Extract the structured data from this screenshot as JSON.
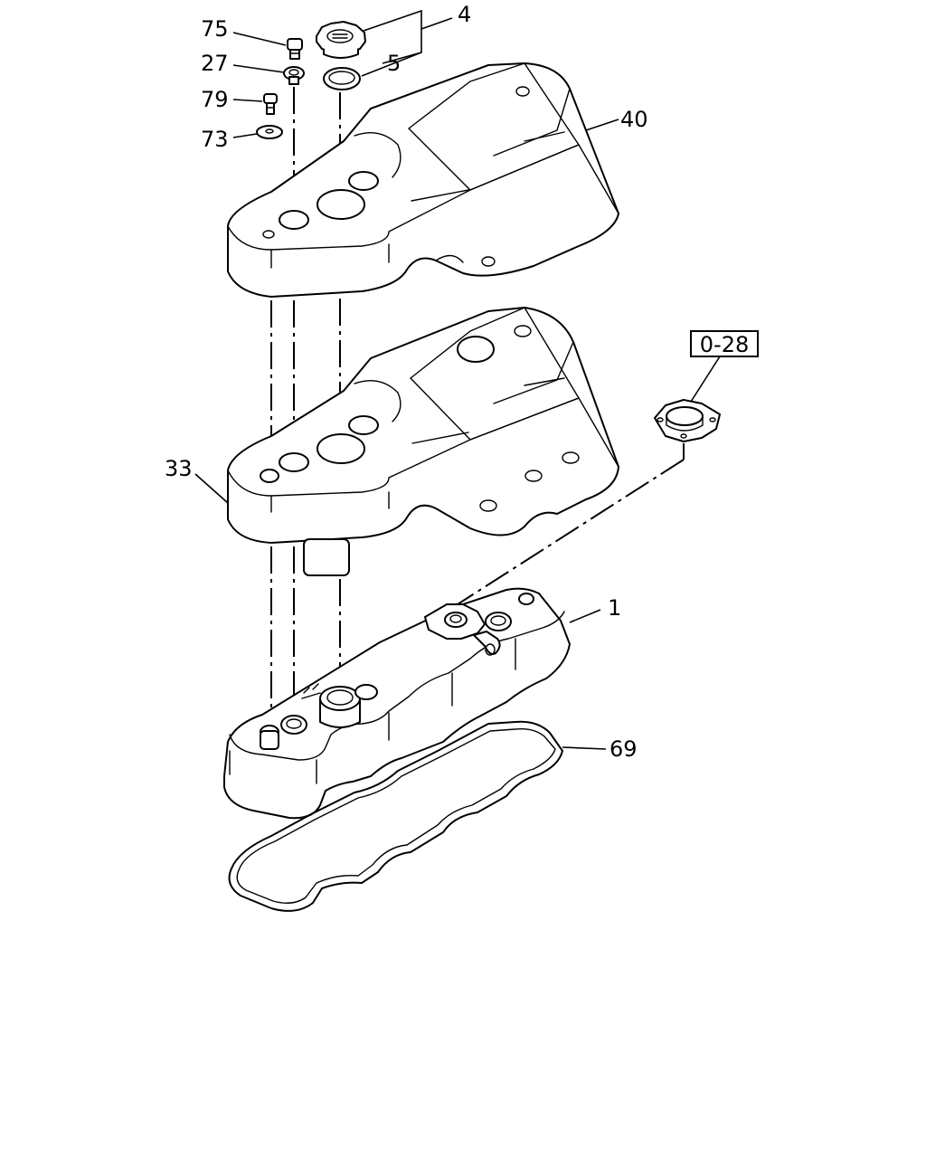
{
  "callouts": [
    {
      "id": "c75",
      "label": "75"
    },
    {
      "id": "c27",
      "label": "27"
    },
    {
      "id": "c79",
      "label": "79"
    },
    {
      "id": "c73",
      "label": "73"
    },
    {
      "id": "c4",
      "label": "4"
    },
    {
      "id": "c5",
      "label": "5"
    },
    {
      "id": "c40",
      "label": "40"
    },
    {
      "id": "c33",
      "label": "33"
    },
    {
      "id": "c1",
      "label": "1"
    },
    {
      "id": "c69",
      "label": "69"
    }
  ],
  "reference_box": {
    "label": "0-28"
  }
}
